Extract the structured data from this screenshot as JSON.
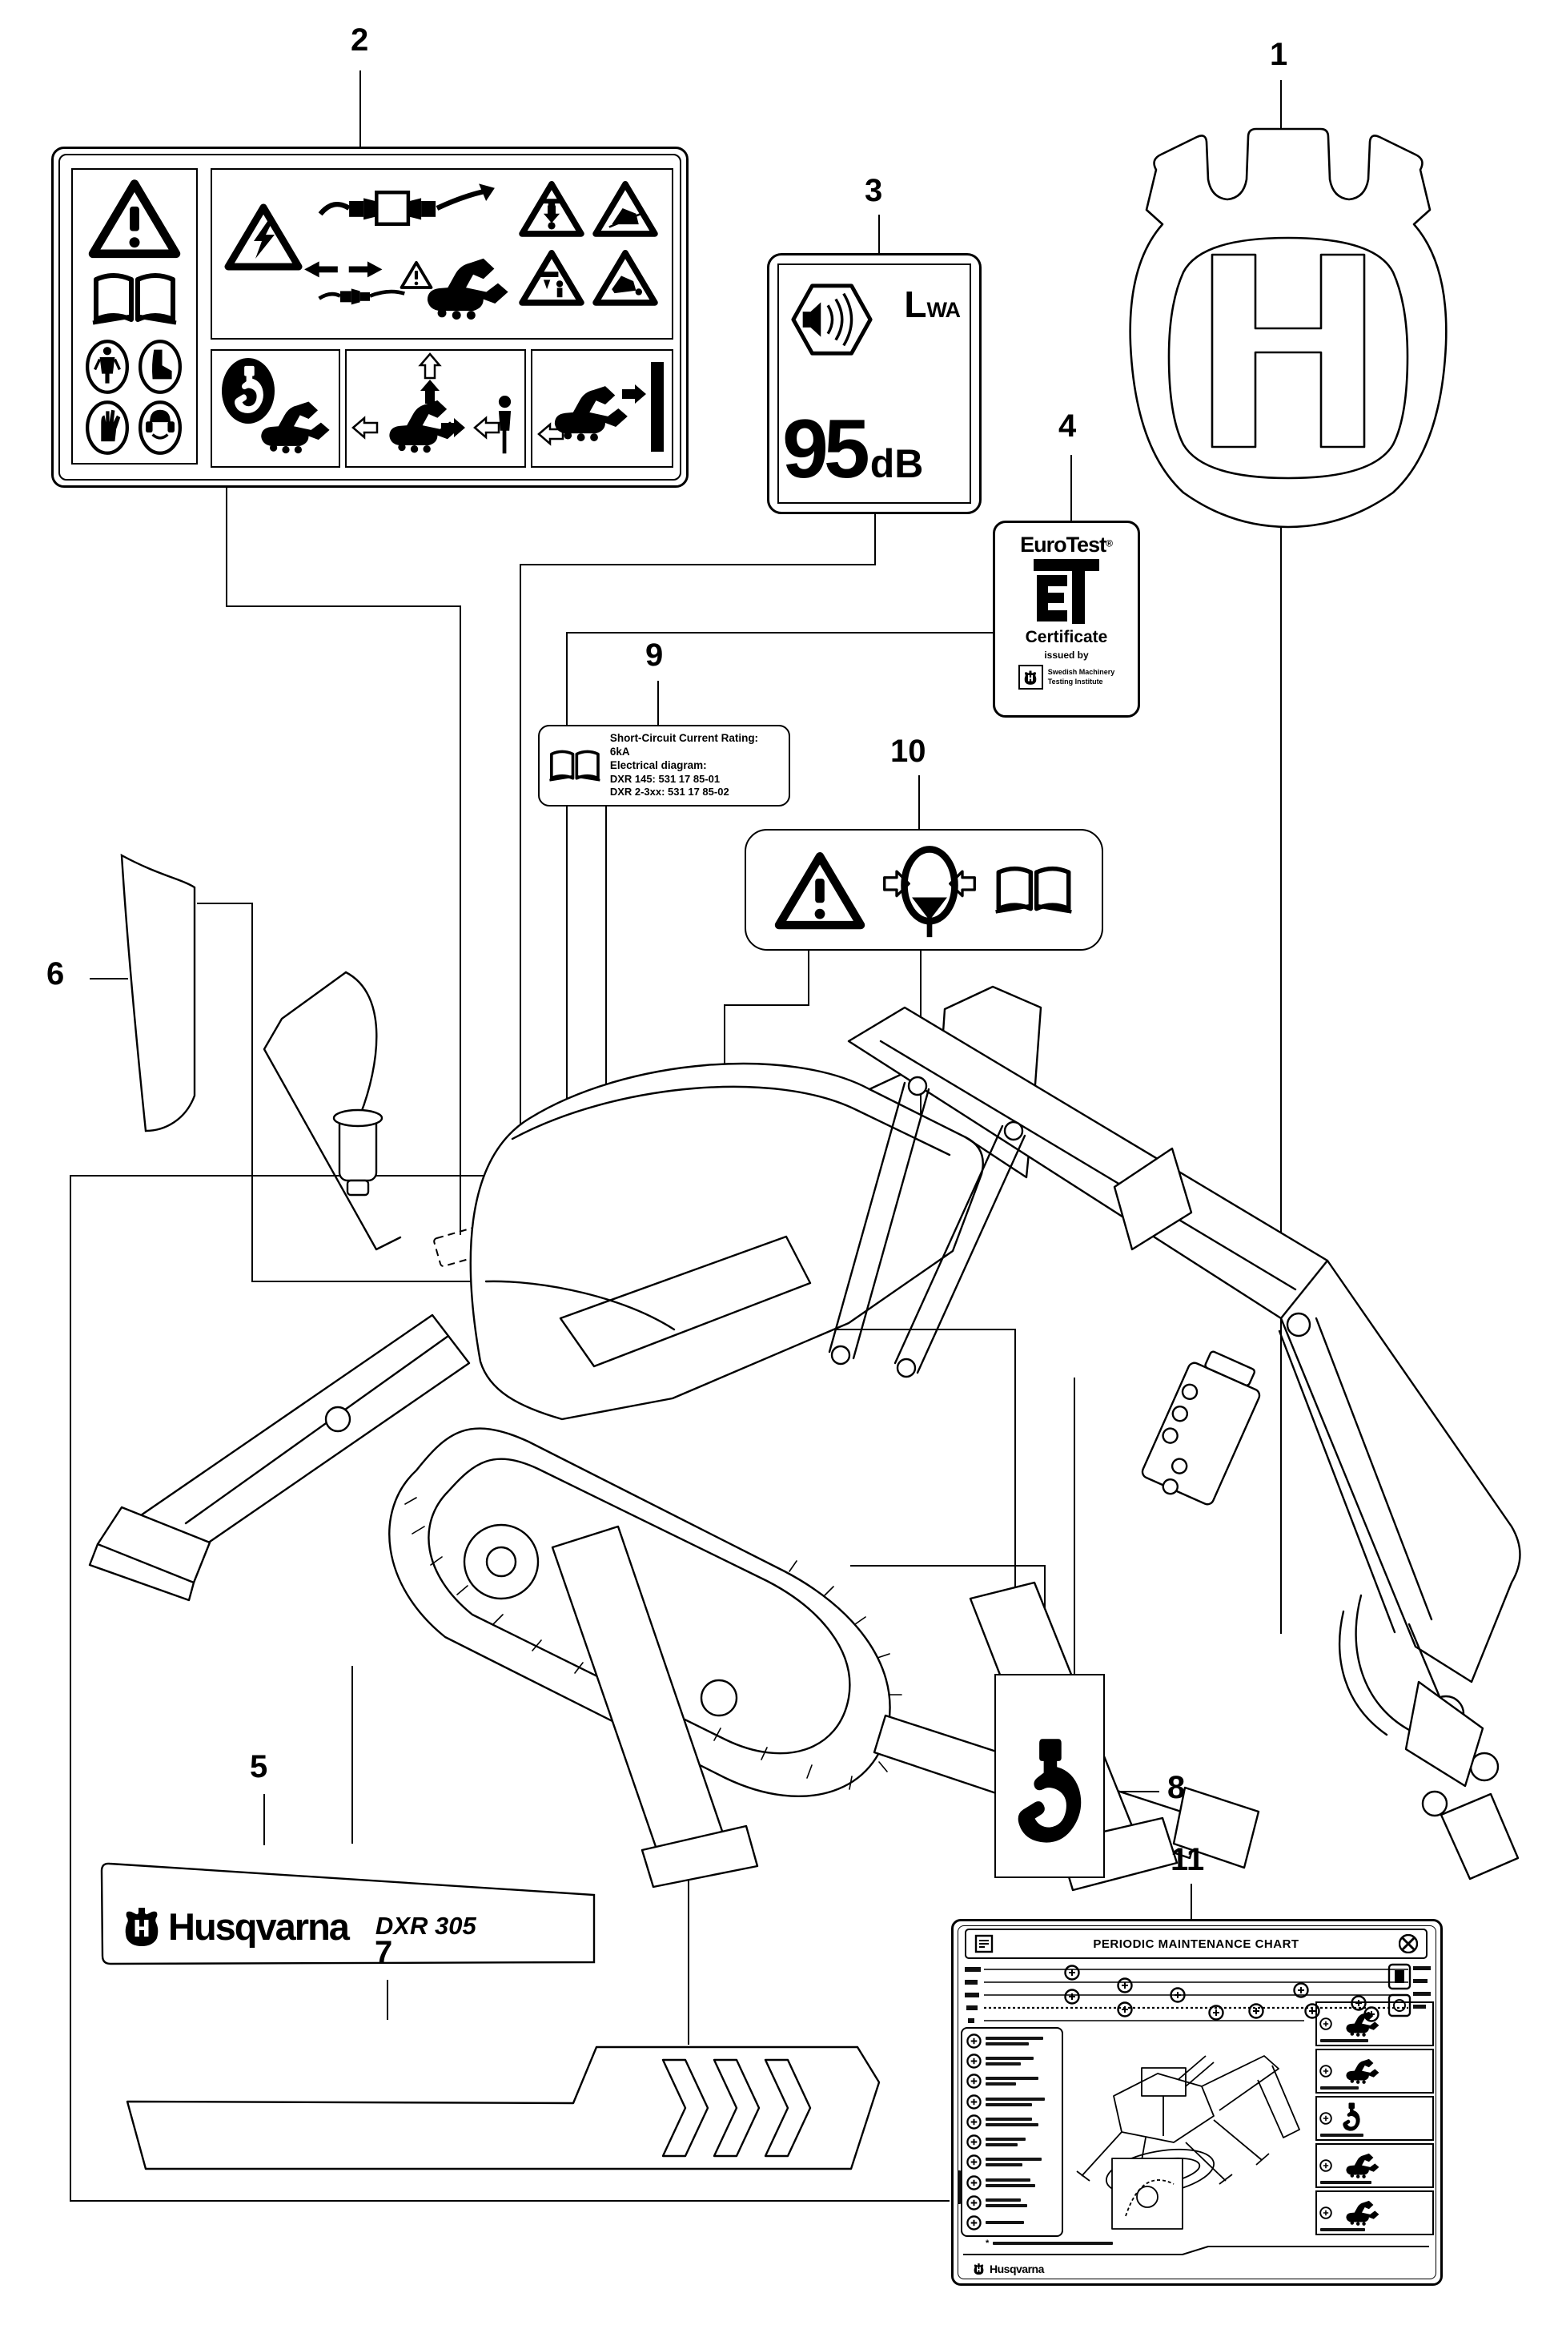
{
  "callouts": {
    "c1": "1",
    "c2": "2",
    "c3": "3",
    "c4": "4",
    "c5": "5",
    "c6": "6",
    "c7": "7",
    "c8": "8",
    "c9": "9",
    "c10": "10",
    "c11": "11"
  },
  "noise_label": {
    "lwa_main": "L",
    "lwa_sub": "WA",
    "value": "95",
    "unit": "dB"
  },
  "eurotest_label": {
    "brand": "EuroTest",
    "registered": "®",
    "subtitle": "Certificate",
    "issued_by": "issued by",
    "issuer_line1": "Swedish Machinery",
    "issuer_line2": "Testing Institute"
  },
  "electrical_label": {
    "line1": "Short-Circuit Current Rating: 6kA",
    "line2": "Electrical diagram:",
    "line3": "DXR 145: 531 17 85-01",
    "line4": "DXR 2-3xx: 531 17 85-02"
  },
  "brand_decal": {
    "brand": "Husqvarna",
    "model": "DXR 305"
  },
  "maintenance_chart": {
    "title": "PERIODIC MAINTENANCE CHART",
    "brand": "Husqvarna",
    "footnote_mark": "*"
  },
  "icons": {
    "warning": "triangle-exclamation",
    "electric_hazard": "triangle-lightning",
    "manual": "open-book",
    "ppe": "protective-equipment-ovals",
    "noise": "speaker-in-hexagon",
    "accumulator": "hydraulic-accumulator",
    "lifting_hook": "crane-hook",
    "maintenance": "crossed-tools",
    "decal_position": "dashed-rectangle"
  }
}
